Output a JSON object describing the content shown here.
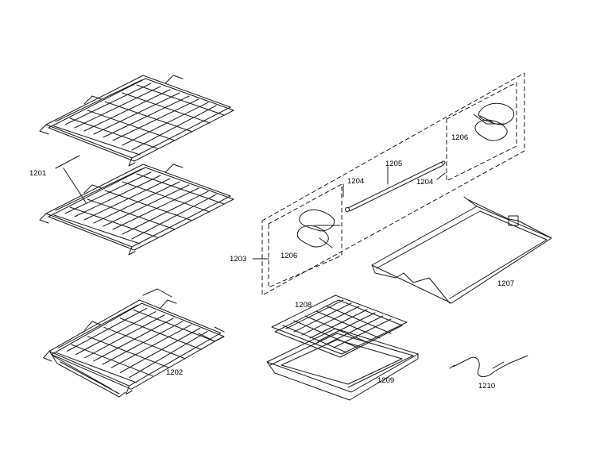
{
  "labels": {
    "rack_pair": "1201",
    "telescopic_rack": "1202",
    "rotisserie_kit": "1203",
    "spit_support_upper": "1204",
    "spit_support_lower": "1204",
    "spit_rod": "1205",
    "fork_upper": "1206",
    "fork_lower": "1206",
    "rotisserie_frame": "1207",
    "broil_grid": "1208",
    "broil_pan": "1209",
    "probe": "1210"
  },
  "colors": {
    "line": "#1a1a1a",
    "background": "#ffffff"
  }
}
